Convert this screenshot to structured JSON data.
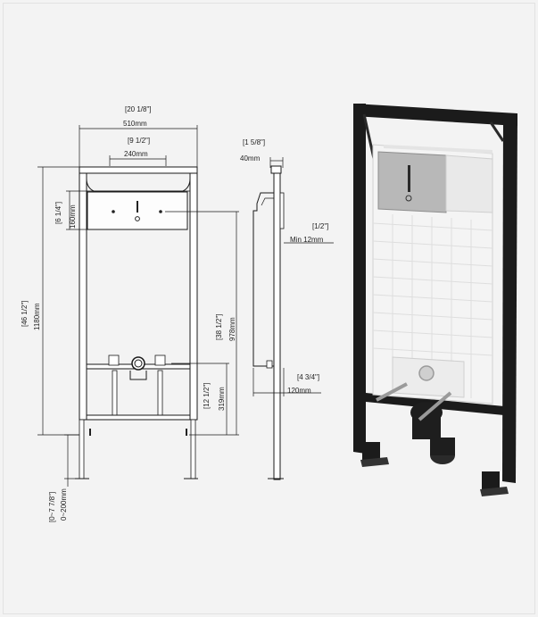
{
  "front_view": {
    "width_in": "[20 1/8\"]",
    "width_mm": "510mm",
    "inner_width_in": "[9 1/2\"]",
    "inner_width_mm": "240mm",
    "height_in": "[46 1/2\"]",
    "height_mm": "1180mm",
    "plate_height_in": "[6 1/4\"]",
    "plate_height_mm": "160mm",
    "plate_top_in": "[38 1/2\"]",
    "plate_top_mm": "978mm",
    "drain_height_in": "[12 1/2\"]",
    "drain_height_mm": "319mm",
    "leg_ext_in": "[0~7 7/8\"]",
    "leg_ext_mm": "0~200mm"
  },
  "side_view": {
    "depth_in": "[1 5/8\"]",
    "depth_mm": "40mm",
    "min_in": "[1/2\"]",
    "min_mm": "Min  12mm",
    "total_in": "[4 3/4\"]",
    "total_mm": "120mm"
  },
  "colors": {
    "frame": "#1b1b1b",
    "panel": "#f4f4f4",
    "plate": "#b8b8b8",
    "pipe": "#9a9a9a",
    "background": "#f3f3f3"
  }
}
